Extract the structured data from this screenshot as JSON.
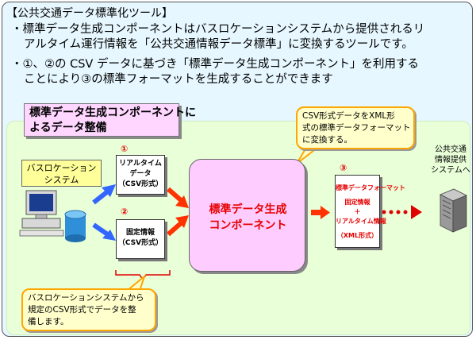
{
  "header": {
    "title": "【公共交通データ標準化ツール】",
    "bullet1_line1": "・標準データ生成コンポーネントはバスロケーションシステムから提供されるリ",
    "bullet1_line2": "アルタイム運行情報を「公共交通情報データ標準」に変換するツールです。",
    "bullet2_line1": "・①、②の CSV データに基づき「標準データ生成コンポーネント」を利用する",
    "bullet2_line2": "ことにより③の標準フォーマットを生成することができます"
  },
  "diagram": {
    "panel_title_line1": "標準データ生成コンポーネントに",
    "panel_title_line2": "よるデータ整備",
    "source_system_line1": "バスロケーション",
    "source_system_line2": "システム",
    "num1": "①",
    "num2": "②",
    "num3": "③",
    "doc1_line1": "リアルタイム",
    "doc1_line2": "データ",
    "doc1_line3": "（CSV形式）",
    "doc2_line1": "固定情報",
    "doc2_line2": "（CSV形式）",
    "component_line1": "標準データ生成",
    "component_line2": "コンポーネント",
    "output_title": "標準データフォーマット",
    "output_line1": "固定情報",
    "output_line2": "＋",
    "output_line3": "リアルタイム情報",
    "output_line4": "（XML形式）",
    "bubble_top_line1": "CSV形式データをXML形",
    "bubble_top_line2": "式の標準データフォーマット",
    "bubble_top_line3": "に変換する。",
    "bubble_bottom_line1": "バスロケーションシステムから",
    "bubble_bottom_line2": "規定のCSV形式でデータを整",
    "bubble_bottom_line3": "備します。",
    "service_line1": "公共交通",
    "service_line2": "情報提供",
    "service_line3": "システムへ"
  },
  "colors": {
    "frame_bg": "#e6f7ff",
    "panel_bg": "#e8ffd8",
    "title_bg": "#ffd6ff",
    "component_bg": "#ffccff",
    "label_bg": "#ffff99",
    "bubble_bg": "#ffffcc",
    "bubble_border": "#ffa500",
    "arrow_blue": "#3366ff",
    "arrow_red": "#ff3300",
    "numeral_red": "#e00000"
  }
}
